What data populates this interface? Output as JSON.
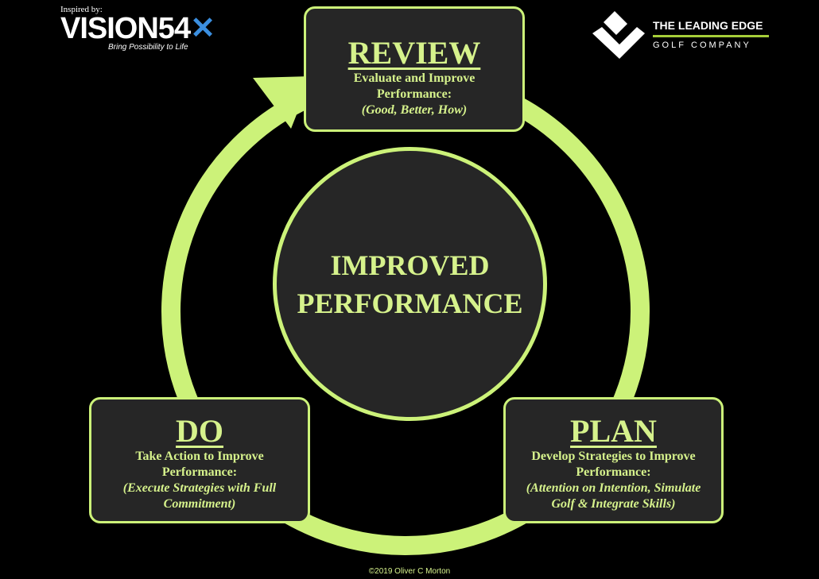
{
  "colors": {
    "accent": "#ccf279",
    "text": "#d6f28c",
    "box_bg": "#262626",
    "background": "#000000"
  },
  "logos": {
    "vision54": {
      "inspired": "Inspired by:",
      "name": "VISION54",
      "tagline": "Bring Possibility to Life"
    },
    "leading_edge": {
      "line1": "THE LEADING EDGE",
      "line2": "GOLF COMPANY"
    }
  },
  "center": {
    "line1": "IMPROVED",
    "line2": "PERFORMANCE"
  },
  "steps": {
    "review": {
      "title": "REVIEW",
      "desc1": "Evaluate and Improve",
      "desc2": "Performance:",
      "sub1": "(Good, Better, How)"
    },
    "plan": {
      "title": "PLAN",
      "desc1": "Develop Strategies to Improve",
      "desc2": "Performance:",
      "sub1": "(Attention on Intention, Simulate",
      "sub2": "Golf & Integrate Skills)"
    },
    "do": {
      "title": "DO",
      "desc1": "Take Action to Improve",
      "desc2": "Performance:",
      "sub1": "(Execute Strategies with Full",
      "sub2": "Commitment)"
    }
  },
  "footer": "©2019 Oliver C Morton"
}
